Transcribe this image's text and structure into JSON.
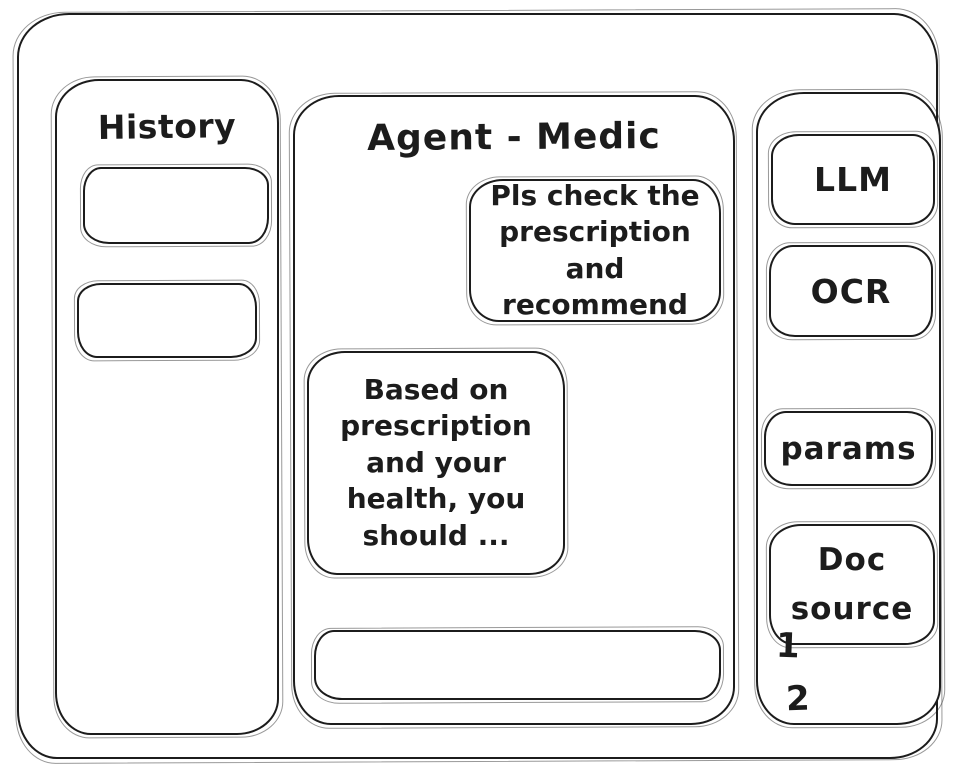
{
  "history": {
    "title": "History",
    "items": [
      "",
      ""
    ]
  },
  "chat": {
    "title": "Agent - Medic",
    "messages": [
      {
        "role": "user",
        "text": "Pls check the prescription and recommend"
      },
      {
        "role": "assistant",
        "text": "Based on prescription and your health, you should ..."
      }
    ],
    "input": {
      "value": ""
    }
  },
  "tools": {
    "buttons": [
      {
        "id": "llm",
        "label": "LLM"
      },
      {
        "id": "ocr",
        "label": "OCR"
      },
      {
        "id": "params",
        "label": "params"
      }
    ],
    "doc_source": {
      "label": "Doc source",
      "items": [
        "1",
        "2"
      ]
    }
  },
  "colors": {
    "ink": "#1c1c1c",
    "background": "#ffffff"
  }
}
